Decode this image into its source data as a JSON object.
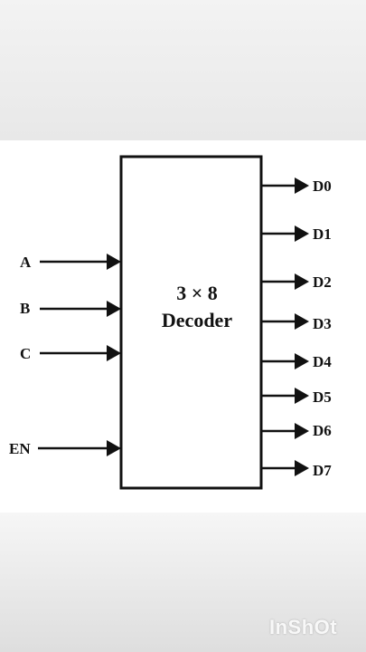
{
  "decoder": {
    "line1": "3 × 8",
    "line2": "Decoder"
  },
  "inputs": [
    {
      "label": "A"
    },
    {
      "label": "B"
    },
    {
      "label": "C"
    },
    {
      "label": "EN"
    }
  ],
  "outputs": [
    {
      "label": "D0"
    },
    {
      "label": "D1"
    },
    {
      "label": "D2"
    },
    {
      "label": "D3"
    },
    {
      "label": "D4"
    },
    {
      "label": "D5"
    },
    {
      "label": "D6"
    },
    {
      "label": "D7"
    }
  ],
  "watermark": "InShOt"
}
